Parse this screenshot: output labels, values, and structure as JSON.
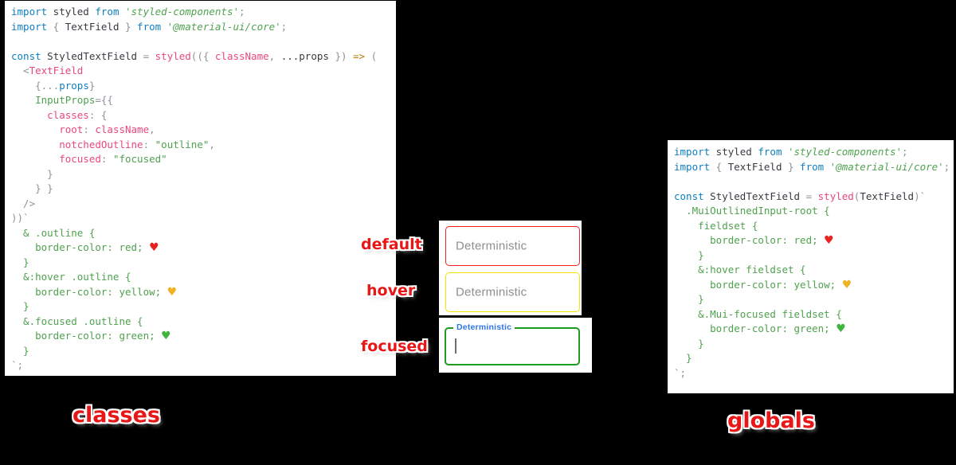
{
  "colors": {
    "background": "#000000",
    "panel": "#ffffff",
    "keyword_blue": "#0e7fc1",
    "string_green": "#50a14f",
    "token_pink": "#e8487c",
    "punctuation_gray": "#8f929a",
    "arrow_orange": "#bf7a0a",
    "annotation_red": "#e81717",
    "field_border_default": "#f52020",
    "field_border_hover": "#f5e400",
    "field_border_focused": "#1f9c1f",
    "field_label_gray": "#8e8e8e",
    "focused_label_blue": "#2e75e8"
  },
  "panels": {
    "classes": {
      "lines": [
        [
          [
            "kw",
            "import"
          ],
          [
            "txt",
            " styled "
          ],
          [
            "kw",
            "from"
          ],
          [
            "stri",
            " 'styled-components'"
          ],
          [
            "gry",
            ";"
          ]
        ],
        [
          [
            "kw",
            "import"
          ],
          [
            "gry",
            " { "
          ],
          [
            "txt",
            "TextField"
          ],
          [
            "gry",
            " } "
          ],
          [
            "kw",
            "from"
          ],
          [
            "stri",
            " '@material-ui/core'"
          ],
          [
            "gry",
            ";"
          ]
        ],
        [],
        [
          [
            "kw",
            "const"
          ],
          [
            "txt",
            " StyledTextField "
          ],
          [
            "gry",
            "= "
          ],
          [
            "pnk",
            "styled"
          ],
          [
            "gry",
            "(({ "
          ],
          [
            "pnk",
            "className"
          ],
          [
            "gry",
            ", "
          ],
          [
            "txt",
            "...props"
          ],
          [
            "gry",
            " }) "
          ],
          [
            "orn",
            "=>"
          ],
          [
            "gry",
            " ("
          ]
        ],
        [
          [
            "gry",
            "  <"
          ],
          [
            "pnk",
            "TextField"
          ]
        ],
        [
          [
            "gry",
            "    {..."
          ],
          [
            "kw",
            "props"
          ],
          [
            "gry",
            "}"
          ]
        ],
        [
          [
            "grn",
            "    InputProps"
          ],
          [
            "gry",
            "={{"
          ]
        ],
        [
          [
            "pnk",
            "      classes"
          ],
          [
            "gry",
            ": {"
          ]
        ],
        [
          [
            "pnk",
            "        root"
          ],
          [
            "gry",
            ": "
          ],
          [
            "pnk",
            "className"
          ],
          [
            "gry",
            ","
          ]
        ],
        [
          [
            "pnk",
            "        notchedOutline"
          ],
          [
            "gry",
            ": "
          ],
          [
            "grn",
            "\"outline\""
          ],
          [
            "gry",
            ","
          ]
        ],
        [
          [
            "pnk",
            "        focused"
          ],
          [
            "gry",
            ": "
          ],
          [
            "grn",
            "\"focused\""
          ]
        ],
        [
          [
            "gry",
            "      }"
          ]
        ],
        [
          [
            "gry",
            "    } }"
          ]
        ],
        [
          [
            "gry",
            "  />"
          ]
        ],
        [
          [
            "gry",
            "))`"
          ]
        ],
        [
          [
            "grn",
            "  & .outline {"
          ]
        ],
        [
          [
            "grn",
            "    border-color: red; "
          ],
          [
            "hr",
            "♥"
          ]
        ],
        [
          [
            "grn",
            "  }"
          ]
        ],
        [
          [
            "grn",
            "  &:hover .outline {"
          ]
        ],
        [
          [
            "grn",
            "    border-color: yellow; "
          ],
          [
            "hy",
            "♥"
          ]
        ],
        [
          [
            "grn",
            "  }"
          ]
        ],
        [
          [
            "grn",
            "  &.focused .outline {"
          ]
        ],
        [
          [
            "grn",
            "    border-color: green; "
          ],
          [
            "hg",
            "♥"
          ]
        ],
        [
          [
            "grn",
            "  }"
          ]
        ],
        [
          [
            "gry",
            "`;"
          ]
        ]
      ]
    },
    "globals": {
      "lines": [
        [
          [
            "kw",
            "import"
          ],
          [
            "txt",
            " styled "
          ],
          [
            "kw",
            "from"
          ],
          [
            "stri",
            " 'styled-components'"
          ],
          [
            "gry",
            ";"
          ]
        ],
        [
          [
            "kw",
            "import"
          ],
          [
            "gry",
            " { "
          ],
          [
            "txt",
            "TextField"
          ],
          [
            "gry",
            " } "
          ],
          [
            "kw",
            "from"
          ],
          [
            "stri",
            " '@material-ui/core'"
          ],
          [
            "gry",
            ";"
          ]
        ],
        [],
        [
          [
            "kw",
            "const"
          ],
          [
            "txt",
            " StyledTextField "
          ],
          [
            "gry",
            "= "
          ],
          [
            "pnk",
            "styled"
          ],
          [
            "gry",
            "("
          ],
          [
            "txt",
            "TextField"
          ],
          [
            "gry",
            ")`"
          ]
        ],
        [
          [
            "grn",
            "  .MuiOutlinedInput-root {"
          ]
        ],
        [
          [
            "grn",
            "    fieldset {"
          ]
        ],
        [
          [
            "grn",
            "      border-color: red; "
          ],
          [
            "hr",
            "♥"
          ]
        ],
        [
          [
            "grn",
            "    }"
          ]
        ],
        [
          [
            "grn",
            "    &:hover fieldset {"
          ]
        ],
        [
          [
            "grn",
            "      border-color: yellow; "
          ],
          [
            "hy",
            "♥"
          ]
        ],
        [
          [
            "grn",
            "    }"
          ]
        ],
        [
          [
            "grn",
            "    &.Mui-focused fieldset {"
          ]
        ],
        [
          [
            "grn",
            "      border-color: green; "
          ],
          [
            "hg",
            "♥"
          ]
        ],
        [
          [
            "grn",
            "    }"
          ]
        ],
        [
          [
            "grn",
            "  }"
          ]
        ],
        [
          [
            "gry",
            "`;"
          ]
        ]
      ]
    }
  },
  "fields": {
    "default": {
      "label": "Deterministic"
    },
    "hover": {
      "label": "Deterministic"
    },
    "focused": {
      "label": "Deterministic",
      "value": ""
    }
  },
  "annotations": {
    "default": "default",
    "hover": "hover",
    "focused": "focused",
    "classes": "classes",
    "globals": "globals"
  }
}
